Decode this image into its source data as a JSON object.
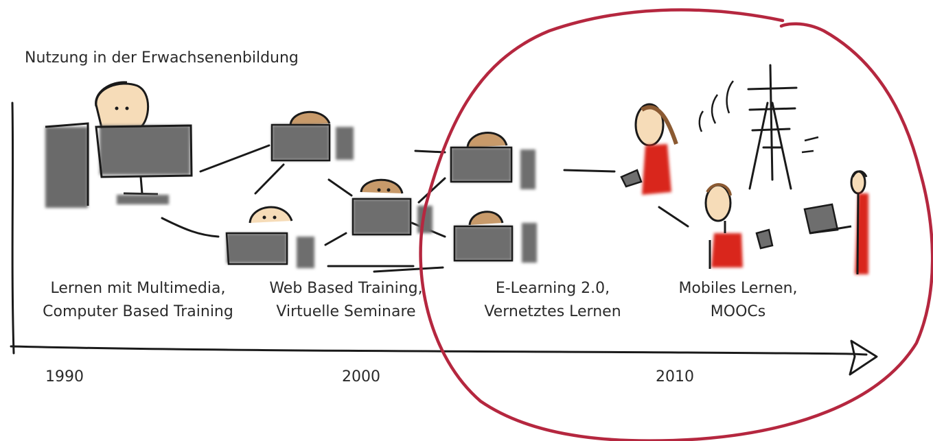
{
  "title": "Nutzung in der Erwachsenenbildung",
  "eras": [
    {
      "line1": "Lernen mit Multimedia,",
      "line2": "Computer Based Training"
    },
    {
      "line1": "Web Based Training,",
      "line2": "Virtuelle Seminare"
    },
    {
      "line1": "E-Learning 2.0,",
      "line2": "Vernetztes Lernen"
    },
    {
      "line1": "Mobiles Lernen,",
      "line2": "MOOCs"
    }
  ],
  "years": [
    "1990",
    "2000",
    "2010"
  ],
  "colors": {
    "highlight_circle": "#b5273f",
    "person_red": "#d9261c",
    "screen_gray": "#6e6e6e",
    "hair_brown": "#8b5a32",
    "skin": "#f2d6b3"
  }
}
